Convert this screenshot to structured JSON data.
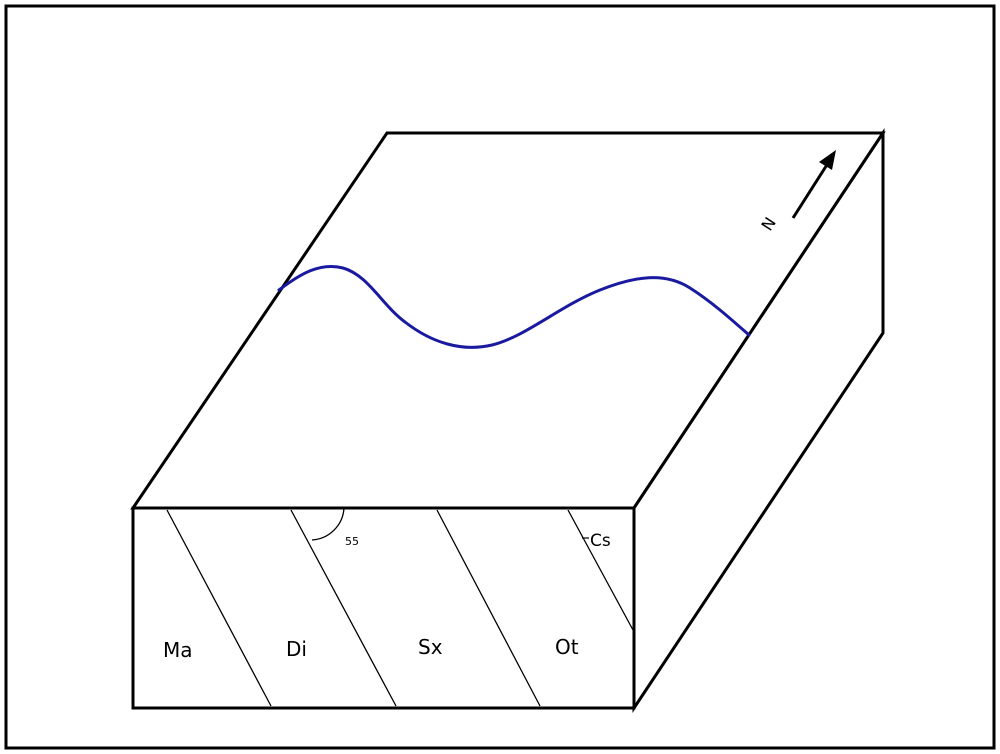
{
  "diagram": {
    "units": {
      "ma": "Ma",
      "di": "Di",
      "sx": "Sx",
      "ot": "Ot",
      "cs": "Cs"
    },
    "dip_angle": "55",
    "north_label": "N",
    "colors": {
      "outline": "#000000",
      "contact_line": "#1a1aa0",
      "background": "#ffffff"
    }
  }
}
